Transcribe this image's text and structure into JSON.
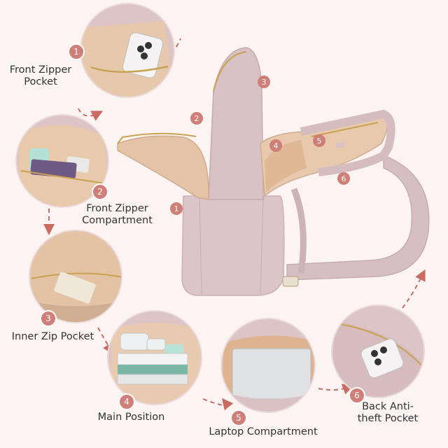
{
  "colors": {
    "background": "#fbf4f2",
    "badge": "#cf7f78",
    "dashed_arrow": "#c96b62",
    "bag_shell": "#d9c3c6",
    "bag_lining": "#e6c5a9"
  },
  "features": [
    {
      "number": "1",
      "line1": "Front Zipper",
      "line2": "Pocket"
    },
    {
      "number": "2",
      "line1": "Front Zipper",
      "line2": "Compartment"
    },
    {
      "number": "3",
      "line1": "Inner Zip Pocket",
      "line2": ""
    },
    {
      "number": "4",
      "line1": "Main Position",
      "line2": ""
    },
    {
      "number": "5",
      "line1": "Laptop Compartment",
      "line2": ""
    },
    {
      "number": "6",
      "line1": "Back Anti-",
      "line2": "theft Pocket"
    }
  ]
}
